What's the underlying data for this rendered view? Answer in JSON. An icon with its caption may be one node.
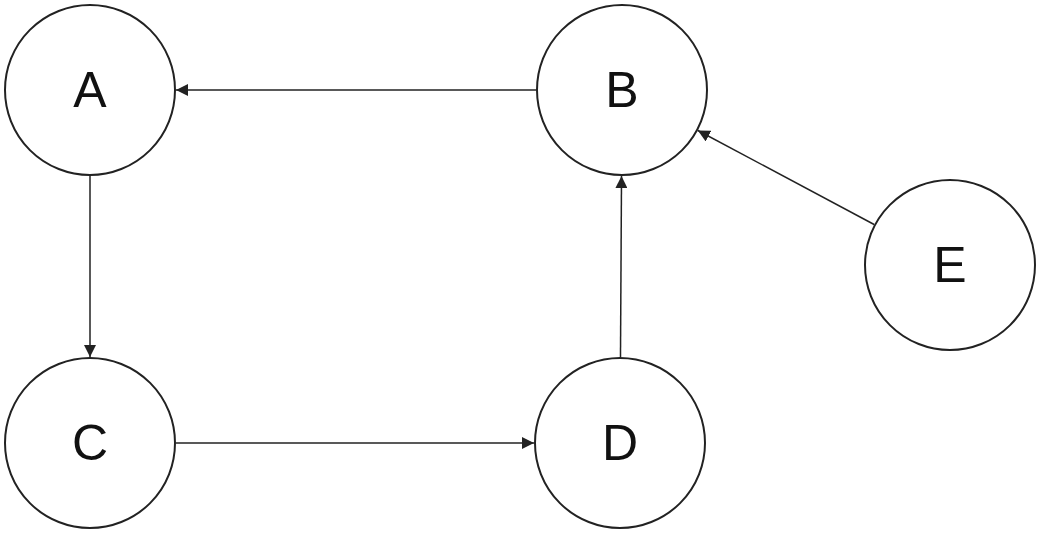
{
  "diagram": {
    "nodes": [
      {
        "text": [
          "A"
        ]
      },
      {
        "text": [
          "B"
        ]
      },
      {
        "text": [
          "C"
        ]
      },
      {
        "text": [
          "D"
        ]
      },
      {
        "text": [
          "E"
        ]
      }
    ],
    "edges": [
      {
        "from": 1,
        "to": 0,
        "arrow": "to"
      },
      {
        "from": 0,
        "to": 2,
        "arrow": "to"
      },
      {
        "from": 2,
        "to": 3,
        "arrow": "to"
      },
      {
        "from": 3,
        "to": 1,
        "arrow": "to"
      },
      {
        "from": 4,
        "to": 1,
        "arrow": "to"
      }
    ]
  }
}
